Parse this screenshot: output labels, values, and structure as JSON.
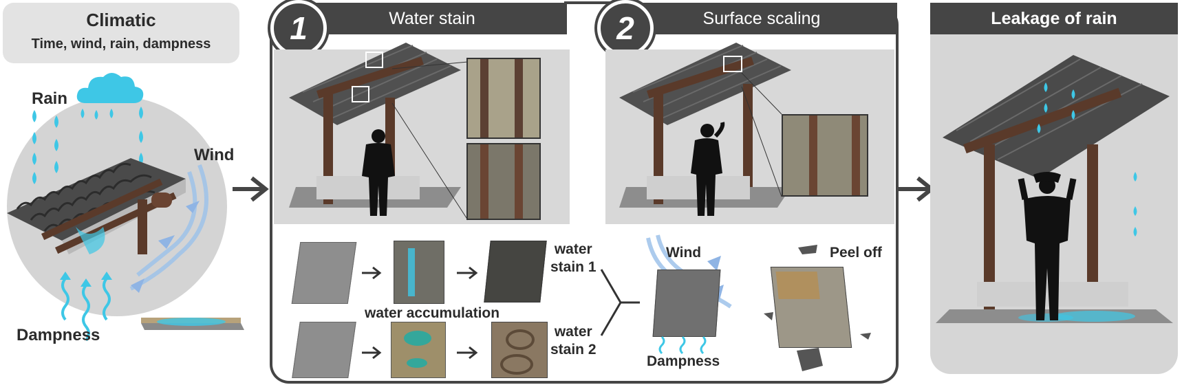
{
  "climatic": {
    "title": "Climatic",
    "subtitle": "Time, wind, rain, dampness"
  },
  "left_labels": {
    "rain": "Rain",
    "wind": "Wind",
    "dampness": "Dampness"
  },
  "step1": {
    "number": "1",
    "title": "Water stain"
  },
  "step2": {
    "number": "2",
    "title": "Surface scaling"
  },
  "final": {
    "title": "Leakage of rain"
  },
  "process_labels": {
    "water_stain_1": "water\nstain 1",
    "water_stain_2": "water\nstain 2",
    "water_accumulation": "water accumulation",
    "wind": "Wind",
    "dampness": "Dampness",
    "peel_off": "Peel off"
  },
  "colors": {
    "header": "#454545",
    "water": "#3ec7e6",
    "wood": "#5a3a2a",
    "panel": "#d8d8d8"
  }
}
